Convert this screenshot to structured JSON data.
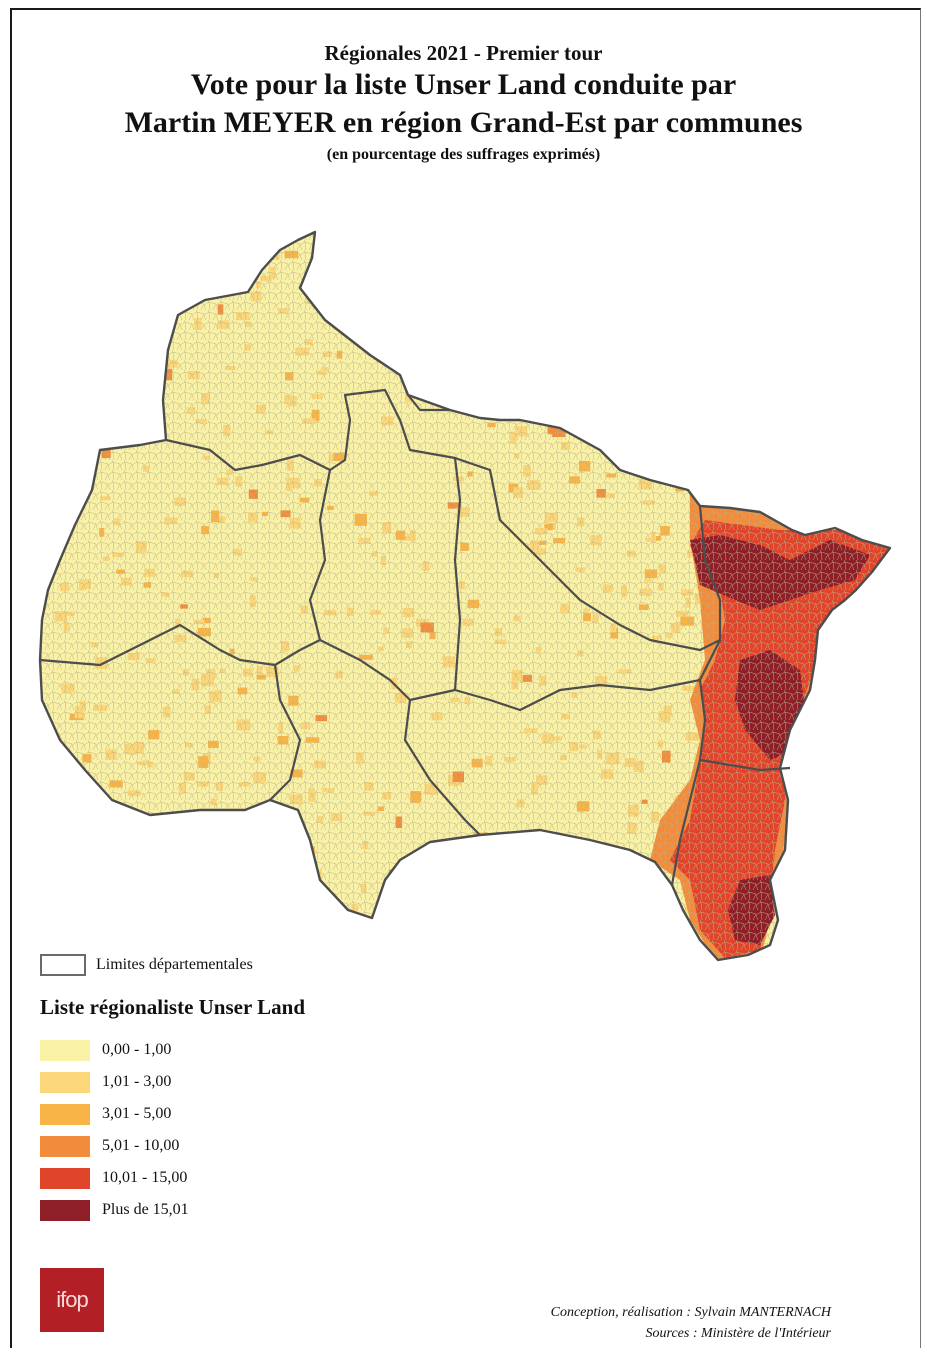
{
  "header": {
    "supertitle": "Régionales 2021 - Premier tour",
    "title_line1": "Vote pour la liste Unser Land conduite par",
    "title_line2": "Martin MEYER en région Grand-Est par communes",
    "subtitle": "(en pourcentage des suffrages exprimés)"
  },
  "map": {
    "region": "Grand-Est",
    "colors": {
      "border": "#4d4d4d",
      "commune_lines": "#b9b28c"
    }
  },
  "legend": {
    "boundary_label": "Limites départementales",
    "title": "Liste régionaliste Unser Land",
    "classes": [
      {
        "label": "0,00 - 1,00",
        "color": "#f9f1a6"
      },
      {
        "label": "1,01 - 3,00",
        "color": "#fbd779"
      },
      {
        "label": "3,01 - 5,00",
        "color": "#f8b446"
      },
      {
        "label": "5,01 - 10,00",
        "color": "#f08c3c"
      },
      {
        "label": "10,01 - 15,00",
        "color": "#e0452b"
      },
      {
        "label": "Plus de 15,01",
        "color": "#8e1e28"
      }
    ]
  },
  "logo": {
    "text": "ifop",
    "color": "#b21f24"
  },
  "credits": {
    "line1": "Conception, réalisation : Sylvain MANTERNACH",
    "line2": "Sources : Ministère de l'Intérieur"
  }
}
